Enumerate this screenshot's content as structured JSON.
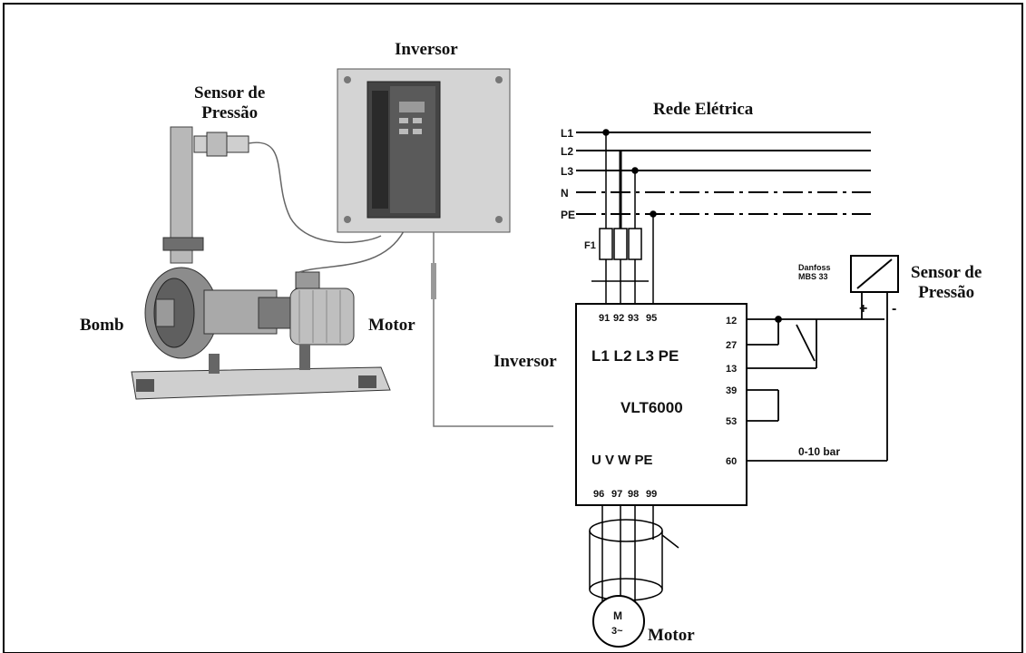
{
  "labels": {
    "inversor_top": "Inversor",
    "sensor_left": "Sensor de\nPressão",
    "rede": "Rede Elétrica",
    "sensor_right": "Sensor de\nPressão",
    "bomb": "Bomb",
    "motor_mid": "Motor",
    "inversor_mid": "Inversor",
    "motor_bottom": "Motor"
  },
  "schematic": {
    "lines": [
      "L1",
      "L2",
      "L3",
      "N",
      "PE"
    ],
    "fuse": "F1",
    "in_terminals": [
      "91",
      "92",
      "93",
      "95"
    ],
    "in_names": "L1 L2 L3 PE",
    "model": "VLT6000",
    "out_names": "U V W PE",
    "out_terminals": [
      "96",
      "97",
      "98",
      "99"
    ],
    "right_terminals": [
      "12",
      "27",
      "13",
      "39",
      "53",
      "60"
    ],
    "range": "0-10 bar",
    "sensor_code": "Danfoss\nMBS 33",
    "plus": "+",
    "minus": "-",
    "motor_symbol_m": "M",
    "motor_symbol_3": "3~"
  }
}
